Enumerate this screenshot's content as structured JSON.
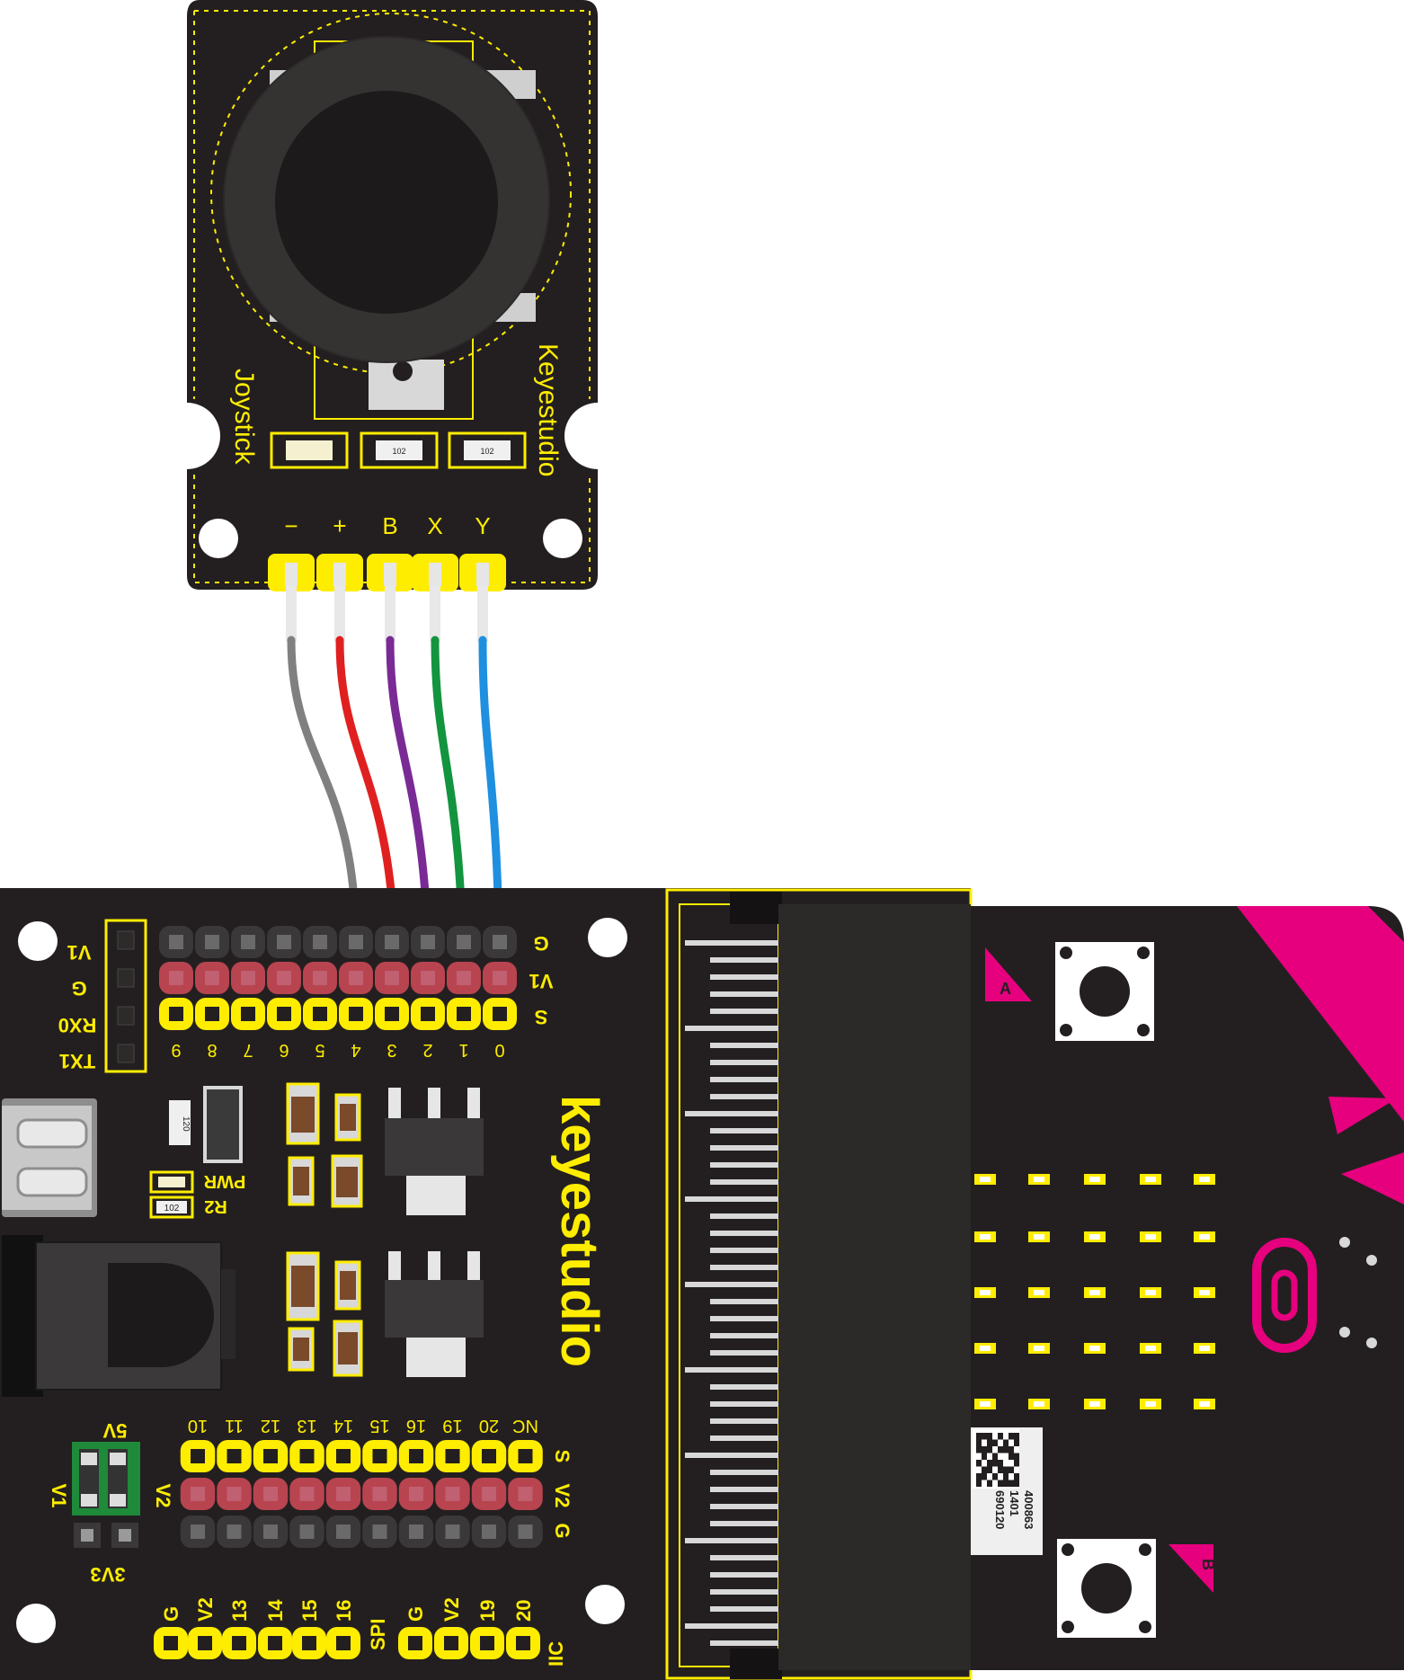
{
  "joystick_module": {
    "brand": "Keyestudio",
    "name": "Joystick",
    "resistor_codes": [
      "102",
      "102"
    ],
    "pins": [
      "−",
      "+",
      "B",
      "X",
      "Y"
    ]
  },
  "wires": [
    {
      "color": "#808080"
    },
    {
      "color": "#e02020"
    },
    {
      "color": "#7a2a95"
    },
    {
      "color": "#13943f"
    },
    {
      "color": "#1f8fe0"
    }
  ],
  "shield": {
    "brand": "keyestudio",
    "left_header_labels": [
      "V1",
      "G",
      "RX0",
      "TX1"
    ],
    "top_row_labels": [
      "G",
      "V1",
      "S"
    ],
    "top_pin_numbers": [
      "9",
      "8",
      "7",
      "6",
      "5",
      "4",
      "3",
      "2",
      "1",
      "0"
    ],
    "bottom_pin_numbers": [
      "10",
      "11",
      "12",
      "13",
      "14",
      "15",
      "16",
      "19",
      "20",
      "NC"
    ],
    "bottom_row_labels": [
      "S",
      "V2",
      "G"
    ],
    "jumper_labels": {
      "top": "5V",
      "left": "V1",
      "right": "V2",
      "bottom": "3V3"
    },
    "pwr_label": "PWR",
    "r2_label": "R2",
    "resistor_code_1": "120",
    "resistor_code_2": "102",
    "spi_labels": [
      "G",
      "V2",
      "13",
      "14",
      "15",
      "16"
    ],
    "spi_name": "SPI",
    "iic_labels": [
      "G",
      "V2",
      "19",
      "20"
    ],
    "iic_name": "IIC"
  },
  "microbit": {
    "button_a": "A",
    "button_b": "B",
    "label_lines": [
      "400863",
      "1401",
      "690120"
    ]
  },
  "colors": {
    "pcb": "#231f20",
    "silk": "#ffed00",
    "pin_red": "#b84450",
    "magenta": "#e6007e"
  }
}
